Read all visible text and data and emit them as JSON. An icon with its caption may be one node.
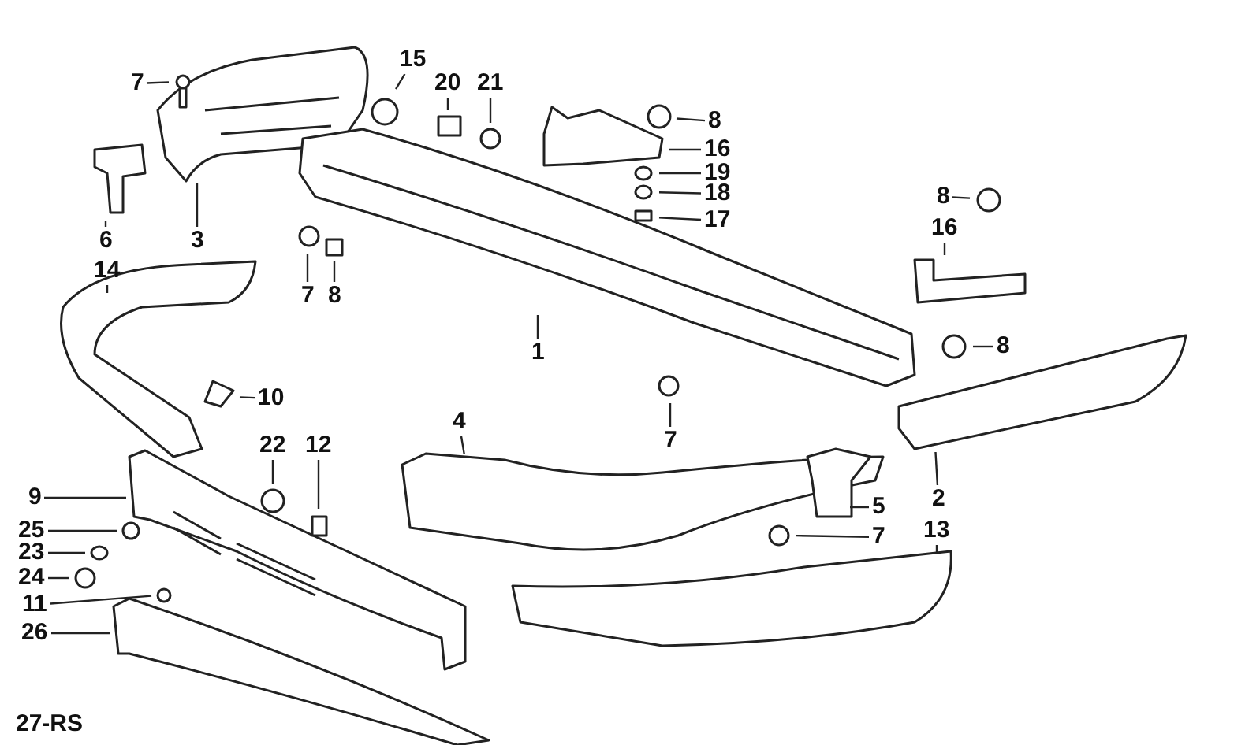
{
  "diagram": {
    "nodes": [
      {
        "text": [
          "7"
        ]
      },
      {
        "text": [
          "15"
        ]
      },
      {
        "text": [
          "20"
        ]
      },
      {
        "text": [
          "21"
        ]
      },
      {
        "text": [
          "8"
        ]
      },
      {
        "text": [
          "16"
        ]
      },
      {
        "text": [
          "19"
        ]
      },
      {
        "text": [
          "18"
        ]
      },
      {
        "text": [
          "17"
        ]
      },
      {
        "text": [
          "6"
        ]
      },
      {
        "text": [
          "3"
        ]
      },
      {
        "text": [
          "7"
        ]
      },
      {
        "text": [
          "8"
        ]
      },
      {
        "text": [
          "14"
        ]
      },
      {
        "text": [
          "8"
        ]
      },
      {
        "text": [
          "16"
        ]
      },
      {
        "text": [
          "8"
        ]
      },
      {
        "text": [
          "1"
        ]
      },
      {
        "text": [
          "10"
        ]
      },
      {
        "text": [
          "4"
        ]
      },
      {
        "text": [
          "22"
        ]
      },
      {
        "text": [
          "12"
        ]
      },
      {
        "text": [
          "7"
        ]
      },
      {
        "text": [
          "2"
        ]
      },
      {
        "text": [
          "9"
        ]
      },
      {
        "text": [
          "5"
        ]
      },
      {
        "text": [
          "25"
        ]
      },
      {
        "text": [
          "7"
        ]
      },
      {
        "text": [
          "23"
        ]
      },
      {
        "text": [
          "13"
        ]
      },
      {
        "text": [
          "24"
        ]
      },
      {
        "text": [
          "11"
        ]
      },
      {
        "text": [
          "26"
        ]
      }
    ],
    "edges": [
      {
        "from": 0,
        "to": null,
        "arrow": "none"
      },
      {
        "from": 1,
        "to": null,
        "arrow": "none"
      },
      {
        "from": 2,
        "to": null,
        "arrow": "none"
      },
      {
        "from": 3,
        "to": null,
        "arrow": "none"
      },
      {
        "from": 4,
        "to": null,
        "arrow": "none"
      },
      {
        "from": 5,
        "to": null,
        "arrow": "none"
      },
      {
        "from": 6,
        "to": null,
        "arrow": "none"
      },
      {
        "from": 7,
        "to": null,
        "arrow": "none"
      },
      {
        "from": 8,
        "to": null,
        "arrow": "none"
      },
      {
        "from": 9,
        "to": null,
        "arrow": "none"
      },
      {
        "from": 10,
        "to": null,
        "arrow": "none"
      },
      {
        "from": 11,
        "to": null,
        "arrow": "none"
      },
      {
        "from": 12,
        "to": null,
        "arrow": "none"
      },
      {
        "from": 13,
        "to": null,
        "arrow": "none"
      },
      {
        "from": 14,
        "to": null,
        "arrow": "none"
      },
      {
        "from": 15,
        "to": null,
        "arrow": "none"
      },
      {
        "from": 16,
        "to": null,
        "arrow": "none"
      },
      {
        "from": 17,
        "to": null,
        "arrow": "none"
      },
      {
        "from": 18,
        "to": null,
        "arrow": "none"
      },
      {
        "from": 19,
        "to": null,
        "arrow": "none"
      },
      {
        "from": 20,
        "to": null,
        "arrow": "none"
      },
      {
        "from": 21,
        "to": null,
        "arrow": "none"
      },
      {
        "from": 22,
        "to": null,
        "arrow": "none"
      },
      {
        "from": 23,
        "to": null,
        "arrow": "none"
      },
      {
        "from": 24,
        "to": null,
        "arrow": "none"
      },
      {
        "from": 25,
        "to": null,
        "arrow": "none"
      },
      {
        "from": 26,
        "to": null,
        "arrow": "none"
      },
      {
        "from": 27,
        "to": null,
        "arrow": "none"
      },
      {
        "from": 28,
        "to": null,
        "arrow": "none"
      },
      {
        "from": 29,
        "to": null,
        "arrow": "none"
      },
      {
        "from": 30,
        "to": null,
        "arrow": "none"
      },
      {
        "from": 31,
        "to": null,
        "arrow": "none"
      },
      {
        "from": 32,
        "to": null,
        "arrow": "none"
      }
    ],
    "labels": [
      "27-RS"
    ]
  }
}
